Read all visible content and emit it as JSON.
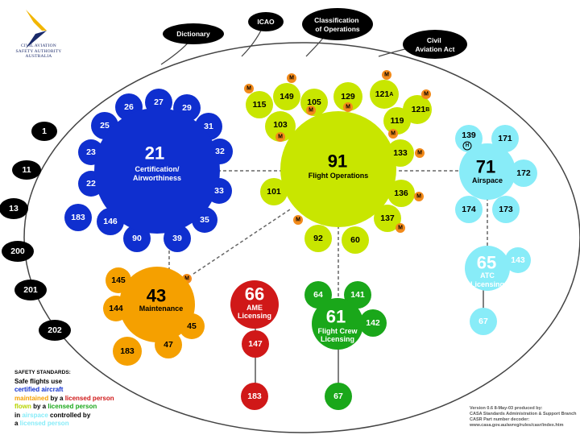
{
  "colors": {
    "blue": "#0f2fcf",
    "green_light": "#c8e600",
    "orange": "#f5a000",
    "red": "#d01818",
    "green": "#1aa71a",
    "cyan": "#88ecf8",
    "m_badge": "#f28a1a",
    "black": "#000000"
  },
  "logo": {
    "line1": "CIVIL AVIATION",
    "line2": "SAFETY AUTHORITY",
    "line3": "AUSTRALIA"
  },
  "top_labels": {
    "dictionary": "Dictionary",
    "icao": "ICAO",
    "classification": "Classification of Operations",
    "civil_aviation_act": "Civil Aviation Act"
  },
  "hubs": {
    "airworthiness": {
      "number": "21",
      "label1": "Certification/",
      "label2": "Airworthiness"
    },
    "flight_operations": {
      "number": "91",
      "label1": "Flight Operations"
    },
    "airspace": {
      "number": "71",
      "label1": "Airspace"
    },
    "maintenance": {
      "number": "43",
      "label1": "Maintenance"
    },
    "ame_licensing": {
      "number": "66",
      "label1": "AME",
      "label2": "Licensing"
    },
    "flight_crew_licensing": {
      "number": "61",
      "label1": "Flight Crew",
      "label2": "Licensing"
    },
    "atc_licensing": {
      "number": "65",
      "label1": "ATC",
      "label2": "Licensing"
    }
  },
  "parts": {
    "p1": "1",
    "p11": "11",
    "p13": "13",
    "p200": "200",
    "p201": "201",
    "p202": "202",
    "b25": "25",
    "b26": "26",
    "b27": "27",
    "b29": "29",
    "b31": "31",
    "b32": "32",
    "b33": "33",
    "b35": "35",
    "b39": "39",
    "b90": "90",
    "b146": "146",
    "b183": "183",
    "b22": "22",
    "b23": "23",
    "g115": "115",
    "g149": "149",
    "g105": "105",
    "g129": "129",
    "g121a": "121",
    "g121a_sub": "A",
    "g121b": "121",
    "g121b_sub": "B",
    "g119": "119",
    "g103": "103",
    "g133": "133",
    "g136": "136",
    "g137": "137",
    "g60": "60",
    "g92": "92",
    "g101": "101",
    "c139": "139",
    "c139_sub": "H",
    "c171": "171",
    "c172": "172",
    "c173": "173",
    "c174": "174",
    "c143": "143",
    "c67": "67",
    "o145": "145",
    "o144": "144",
    "o45": "45",
    "o47": "47",
    "o183": "183",
    "r147": "147",
    "r183": "183",
    "f64": "64",
    "f141": "141",
    "f142": "142",
    "f67": "67"
  },
  "m_badge_label": "M",
  "legend": {
    "title": "SAFETY STANDARDS:",
    "l1": "Safe flights use",
    "l2": "certified aircraft",
    "l3a": "maintained",
    "l3b": " by a ",
    "l3c": "licensed person",
    "l4a": "flown",
    "l4b": " by a ",
    "l4c": "licensed person",
    "l5a": "in ",
    "l5b": "airspace",
    "l5c": " controlled by",
    "l6a": "a ",
    "l6b": "licensed person"
  },
  "version": {
    "line1": "Version 0.6 8-May-03 produced by:",
    "line2": "CASA Standards Administration & Support Branch",
    "line3": "CASR Part number decoder:",
    "line4": "www.casa.gov.au/avreg/rules/casr/index.htm"
  }
}
